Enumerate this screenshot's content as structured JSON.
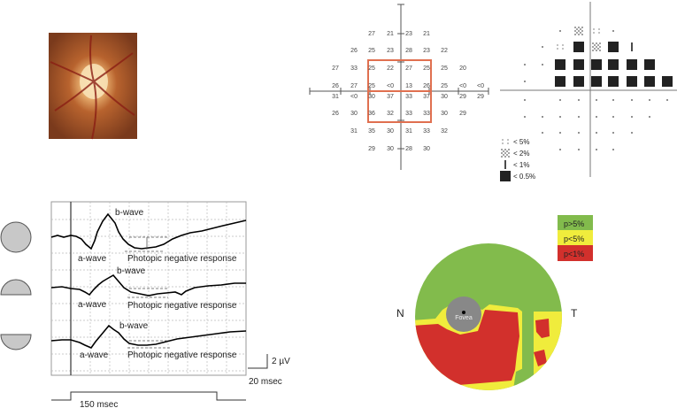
{
  "visual_field": {
    "threshold_rows": [
      [
        null,
        null,
        "27",
        "21",
        "23",
        "21",
        null,
        null,
        null
      ],
      [
        null,
        "26",
        "25",
        "23",
        "28",
        "23",
        "22",
        null,
        null
      ],
      [
        "27",
        "33",
        "25",
        "22",
        "27",
        "25",
        "25",
        "20",
        null
      ],
      [
        "26",
        "27",
        "25",
        "<0",
        "13",
        "26",
        "25",
        "<0",
        "<0"
      ],
      [
        "31",
        "<0",
        "30",
        "37",
        "33",
        "37",
        "30",
        "29",
        "29"
      ],
      [
        "26",
        "30",
        "36",
        "32",
        "33",
        "33",
        "30",
        "29",
        null
      ],
      [
        null,
        "31",
        "35",
        "30",
        "31",
        "33",
        "32",
        null,
        null
      ],
      [
        null,
        null,
        "29",
        "30",
        "28",
        "30",
        null,
        null,
        null
      ]
    ],
    "pattern_rows": [
      [
        "",
        "",
        ".",
        "2",
        "5",
        ".",
        "",
        "",
        ""
      ],
      [
        "",
        ".",
        "5",
        "0.5",
        "2",
        "0.5",
        "1",
        "",
        ""
      ],
      [
        ".",
        ".",
        "0.5",
        "0.5",
        "0.5",
        "0.5",
        "0.5",
        "0.5",
        ""
      ],
      [
        ".",
        "",
        "0.5",
        "0.5",
        "0.5",
        "0.5",
        "0.5",
        "0.5",
        "0.5"
      ],
      [
        ".",
        "",
        ".",
        ".",
        ".",
        ".",
        ".",
        ".",
        "."
      ],
      [
        ".",
        ".",
        ".",
        ".",
        ".",
        ".",
        ".",
        ".",
        ""
      ],
      [
        "",
        ".",
        ".",
        ".",
        ".",
        ".",
        ".",
        "",
        ""
      ],
      [
        "",
        "",
        ".",
        ".",
        ".",
        ".",
        "",
        "",
        ""
      ]
    ],
    "legend": [
      {
        "code": "5",
        "label": "< 5%"
      },
      {
        "code": "2",
        "label": "< 2%"
      },
      {
        "code": "1",
        "label": "< 1%"
      },
      {
        "code": "0.5",
        "label": "< 0.5%"
      }
    ],
    "box_color": "#e07050"
  },
  "erg": {
    "traces": [
      {
        "stimulus": "full-field",
        "b_wave": "b-wave",
        "a_wave": "a-wave",
        "phnr": "Photopic negative response"
      },
      {
        "stimulus": "upper-half",
        "b_wave": "b-wave",
        "a_wave": "a-wave",
        "phnr": "Photopic negative response"
      },
      {
        "stimulus": "lower-half",
        "b_wave": "b-wave",
        "a_wave": "a-wave",
        "phnr": "Photopic negative response"
      }
    ],
    "scale_amplitude": "2 µV",
    "scale_time": "20 msec",
    "stimulus_duration": "150  msec"
  },
  "map": {
    "fovea": "Fovea",
    "nasal": "N",
    "temporal": "T",
    "legend": [
      {
        "label": "p>5%",
        "color": "#82bb4c"
      },
      {
        "label": "p<5%",
        "color": "#f0ec3c"
      },
      {
        "label": "p<1%",
        "color": "#d2302c"
      }
    ]
  }
}
